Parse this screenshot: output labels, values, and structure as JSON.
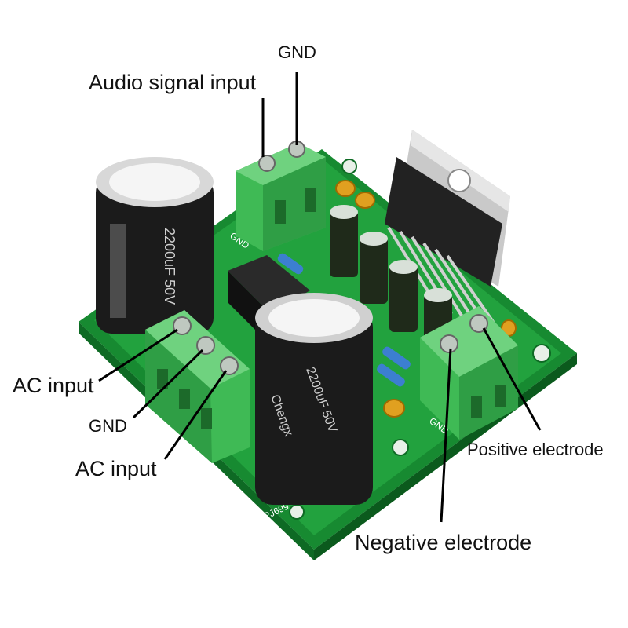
{
  "labels": {
    "gnd_top": "GND",
    "audio_signal_input": "Audio signal input",
    "ac_input_1": "AC input",
    "gnd_left": "GND",
    "ac_input_2": "AC input",
    "positive_electrode": "Positive electrode",
    "negative_electrode": "Negative electrode"
  },
  "board_silkscreen": {
    "gnd_near_input": "GND",
    "gnd_near_output": "GND",
    "board_id": "PJ699"
  },
  "capacitor_markings": {
    "left_cap": "2200uF 50V",
    "front_cap": "2200uF 50V",
    "front_cap_brand": "Chengx"
  },
  "colors": {
    "pcb_green": "#1f9e3a",
    "terminal_green": "#3fba55",
    "capacitor_black": "#1b1b1b",
    "label_text": "#111111"
  }
}
